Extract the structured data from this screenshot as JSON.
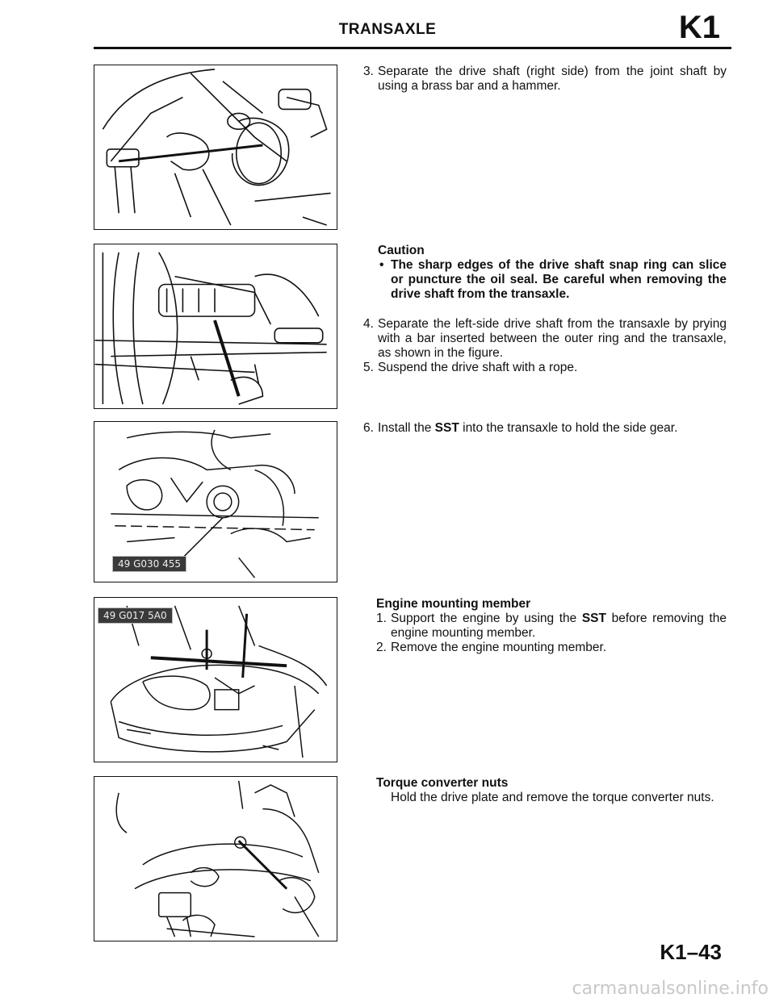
{
  "header": {
    "title": "TRANSAXLE",
    "section_code": "K1"
  },
  "figures": [
    {
      "sst_label": ""
    },
    {
      "sst_label": ""
    },
    {
      "sst_label": "49 G030 455"
    },
    {
      "sst_label": "49 G017 5A0"
    },
    {
      "sst_label": ""
    }
  ],
  "steps": {
    "step3": {
      "num": "3.",
      "text": "Separate the drive shaft (right side) from the joint shaft by using a brass bar and a hammer."
    },
    "caution": {
      "title": "Caution",
      "bullet": "•",
      "text": "The sharp edges of the drive shaft snap ring can slice or puncture the oil seal. Be careful when removing the drive shaft from the transaxle."
    },
    "step4": {
      "num": "4.",
      "text": "Separate the left-side drive shaft from the transaxle by prying with a bar inserted between the outer ring and the transaxle, as shown in the figure."
    },
    "step5": {
      "num": "5.",
      "text": "Suspend the drive shaft with a rope."
    },
    "step6": {
      "num": "6.",
      "pre": "Install the ",
      "bold": "SST",
      "post": " into the transaxle to hold the side gear."
    }
  },
  "engine_mounting": {
    "heading": "Engine mounting member",
    "step1": {
      "num": "1.",
      "pre": "Support the engine by using the ",
      "bold": "SST",
      "post": " before removing the engine mounting member."
    },
    "step2": {
      "num": "2.",
      "text": "Remove the engine mounting member."
    }
  },
  "torque_converter": {
    "heading": "Torque converter nuts",
    "text": "Hold the drive plate and remove the torque converter nuts."
  },
  "footer": {
    "page_number": "K1–43",
    "watermark": "carmanualsonline.info"
  }
}
